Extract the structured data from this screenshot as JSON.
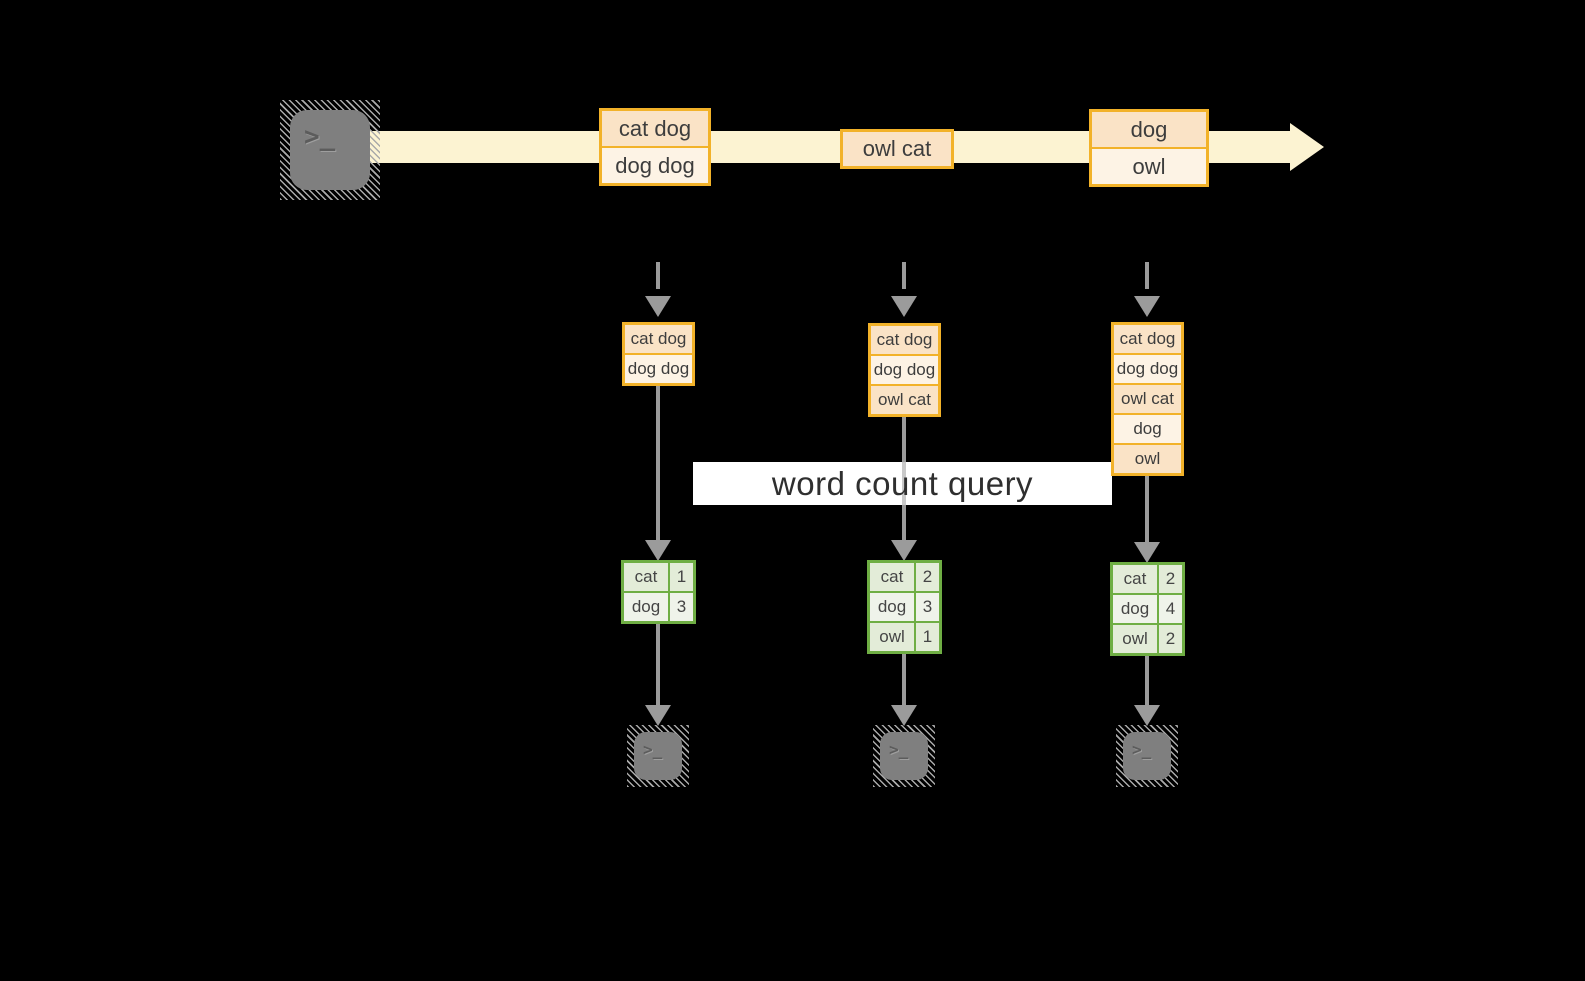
{
  "query_label": "word count query",
  "terminal_glyph": ">_",
  "colors": {
    "background": "#000000",
    "timeline_band": "#FCF3D2",
    "record_border": "#F2B229",
    "record_fill_dark": "#FAE3C6",
    "record_fill_light": "#FDF3E5",
    "table_border": "#6FAE44",
    "table_row_green": "#E3ECD8",
    "table_row_pale": "#EFF3EA",
    "arrow_gray": "#9B9B9B",
    "terminal_gray": "#7F7F7F",
    "query_box": "#FFFFFF"
  },
  "timeline_events": [
    {
      "rows": [
        "cat dog",
        "dog dog"
      ]
    },
    {
      "rows": [
        "owl cat"
      ]
    },
    {
      "rows": [
        "dog",
        "owl"
      ]
    }
  ],
  "columns": [
    {
      "buffer": [
        "cat dog",
        "dog dog"
      ],
      "counts": [
        {
          "word": "cat",
          "value": "1"
        },
        {
          "word": "dog",
          "value": "3"
        }
      ]
    },
    {
      "buffer": [
        "cat dog",
        "dog dog",
        "owl cat"
      ],
      "counts": [
        {
          "word": "cat",
          "value": "2"
        },
        {
          "word": "dog",
          "value": "3"
        },
        {
          "word": "owl",
          "value": "1"
        }
      ]
    },
    {
      "buffer": [
        "cat dog",
        "dog dog",
        "owl cat",
        "dog",
        "owl"
      ],
      "counts": [
        {
          "word": "cat",
          "value": "2"
        },
        {
          "word": "dog",
          "value": "4"
        },
        {
          "word": "owl",
          "value": "2"
        }
      ]
    }
  ]
}
